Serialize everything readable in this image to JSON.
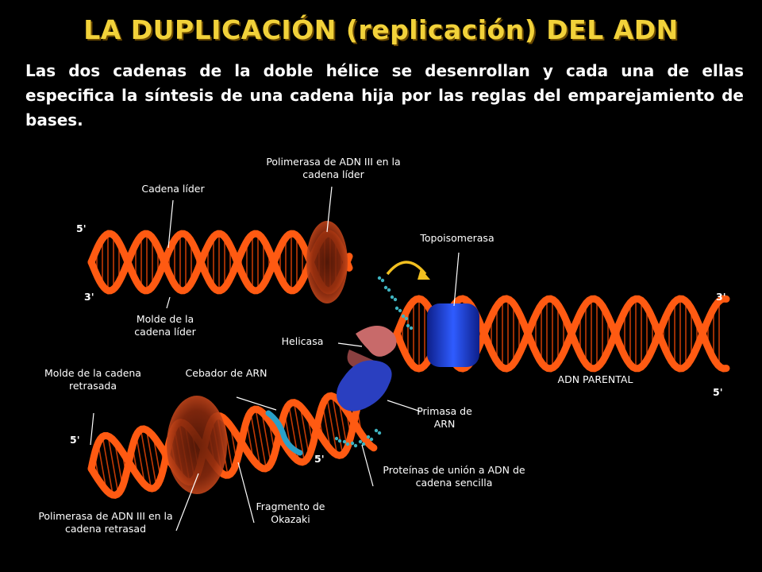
{
  "title": "LA DUPLICACIÓN (replicación) DEL ADN",
  "intro": "Las dos  cadenas  de la doble  hélice se  desenrollan  y  cada  una de ellas especifica la síntesis de una cadena hija por las reglas del emparejamiento de bases.",
  "labels": {
    "cadena_lider": "Cadena líder",
    "polimerasa_lider": "Polimerasa de ADN III en la cadena líder",
    "topoisomerasa": "Topoisomerasa",
    "molde_lider": "Molde de la cadena líder",
    "helicasa": "Helicasa",
    "molde_retrasada": "Molde de la cadena retrasada",
    "cebador": "Cebador de ARN",
    "adn_parental": "ADN PARENTAL",
    "primasa": "Primasa de ARN",
    "proteinas_union": "Proteínas de unión a ADN de cadena sencilla",
    "fragmento_okazaki": "Fragmento de Okazaki",
    "polimerasa_retrasada": "Polimerasa de ADN III en la cadena retrasad"
  },
  "ends": {
    "top_left_5": "5'",
    "top_left_3": "3'",
    "right_3": "3'",
    "right_5": "5'",
    "bottom_left_5": "5'",
    "bottom_mid_5": "5'"
  },
  "colors": {
    "title": "#f2d23a",
    "strand": "#ff5a12",
    "strand_dark": "#c23a05",
    "topoisomerase": "#1a3fd6",
    "helicase": "#c86a6a",
    "primase": "#2a3fc0",
    "primer": "#2aa0c8",
    "ssb": "#3fb3c0",
    "arrow": "#f2c020"
  }
}
